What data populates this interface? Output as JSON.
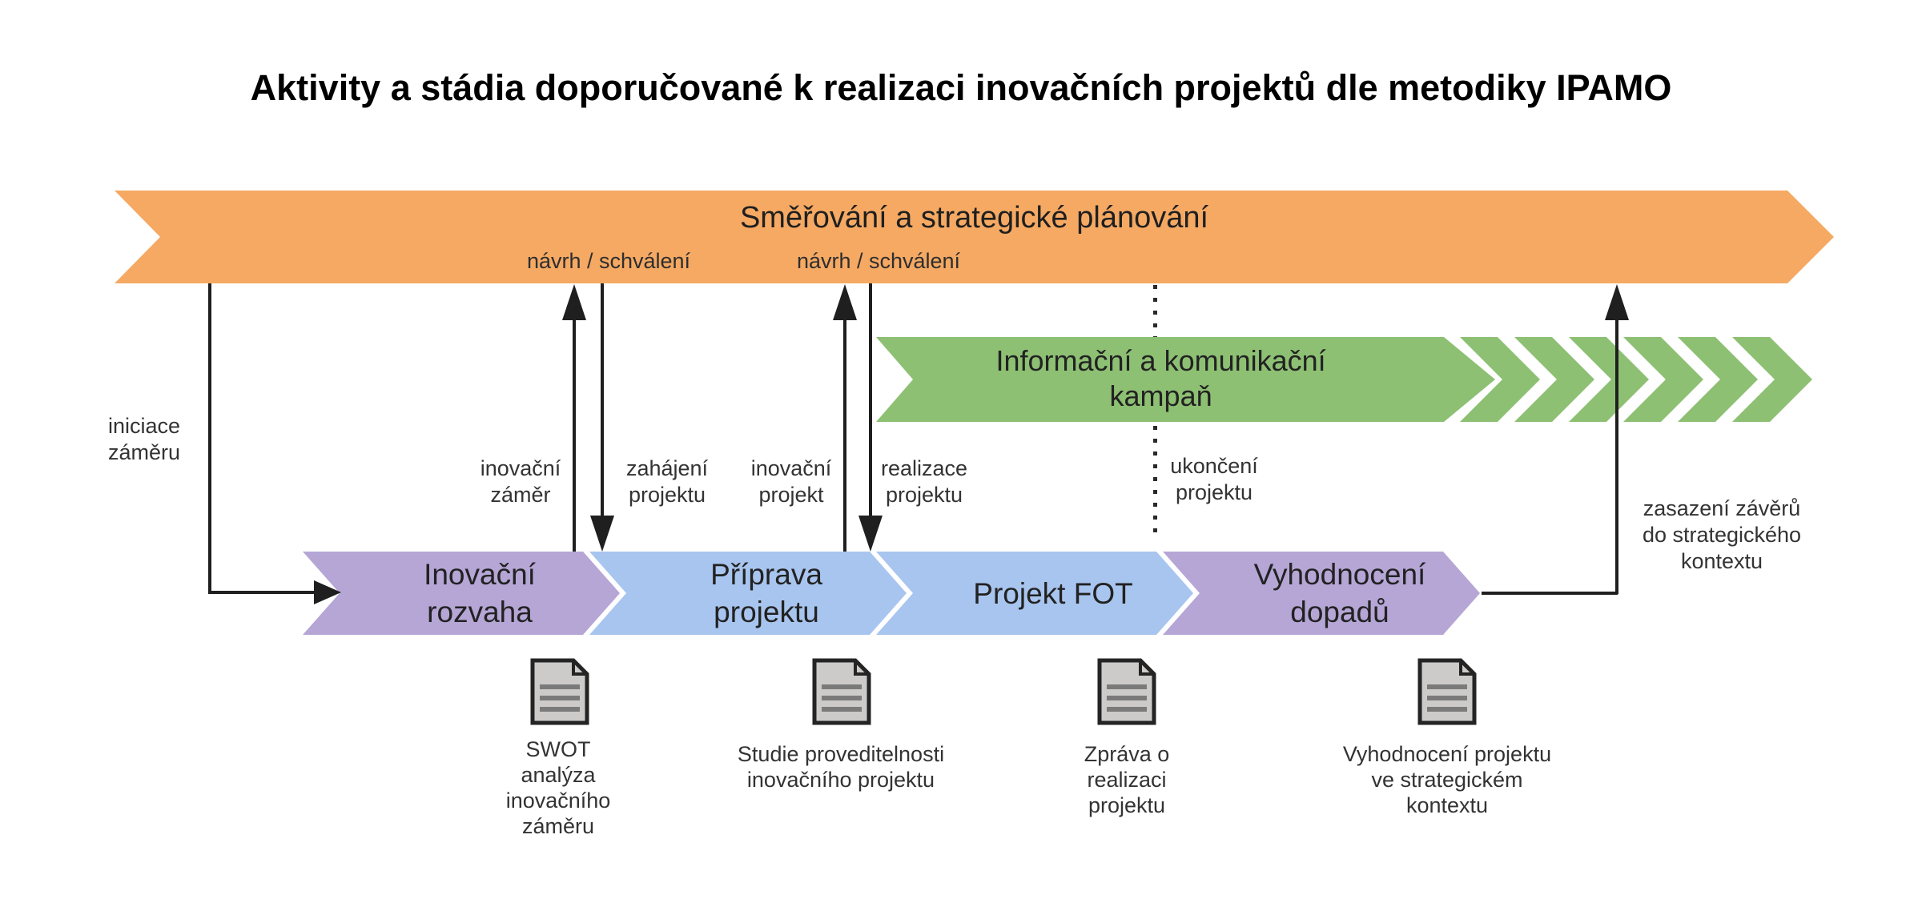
{
  "title": "Aktivity a stádia doporučované k realizaci inovačních projektů dle metodiky IPAMO",
  "colors": {
    "orange": "#F5A963",
    "green": "#8DC073",
    "purple": "#B5A6D6",
    "blue": "#A8C5EF",
    "line": "#1f1f1f",
    "note_text": "#333333",
    "doc_fill": "#CCCBCA",
    "doc_border": "#242424",
    "doc_lines": "#7A7A7A"
  },
  "top_banner": {
    "label": "Směřování a strategické plánování",
    "approval_labels": [
      "návrh / schválení",
      "návrh / schválení"
    ]
  },
  "campaign_banner": {
    "label": "Informační a komunikační\nkampaň"
  },
  "stages": [
    {
      "label": "Inovační\nrozvaha"
    },
    {
      "label": "Příprava\nprojektu"
    },
    {
      "label": "Projekt FOT"
    },
    {
      "label": "Vyhodnocení\ndopadů"
    }
  ],
  "annotations": {
    "iniciace": "iniciace\nzáměru",
    "inovacni_zamer": "inovační\nzáměr",
    "zahajeni_projektu": "zahájení\nprojektu",
    "inovacni_projekt": "inovační\nprojekt",
    "realizace_projektu": "realizace\nprojektu",
    "ukonceni_projektu": "ukončení\nprojektu",
    "zasazeni_zaveru": "zasazení závěrů\ndo strategického\nkontextu"
  },
  "documents": [
    {
      "label": "SWOT\nanalýza\ninovačního\nzáměru"
    },
    {
      "label": "Studie proveditelnosti\ninovačního projektu"
    },
    {
      "label": "Zpráva o\nrealizaci\nprojektu"
    },
    {
      "label": "Vyhodnocení projektu\nve strategickém\nkontextu"
    }
  ]
}
